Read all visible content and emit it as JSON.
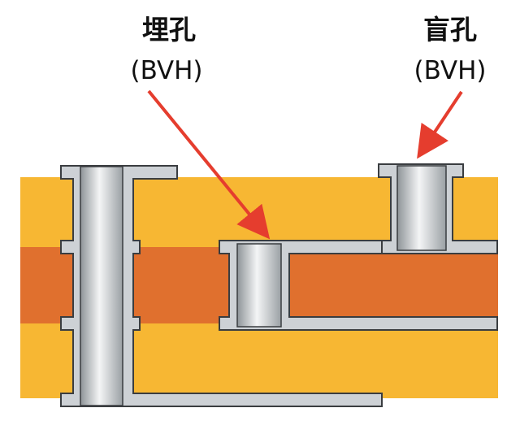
{
  "labels": {
    "buried": {
      "title": "埋孔",
      "abbr": "(BVH)"
    },
    "blind": {
      "title": "盲孔",
      "abbr": "(BVH)"
    }
  },
  "colors": {
    "core_layer": "#F7B733",
    "inner_layer": "#E0702E",
    "copper_plating": "#CDD1D5",
    "copper_outline": "#3A3D40",
    "arrow": "#E53D2E",
    "background": "#FFFFFF"
  }
}
